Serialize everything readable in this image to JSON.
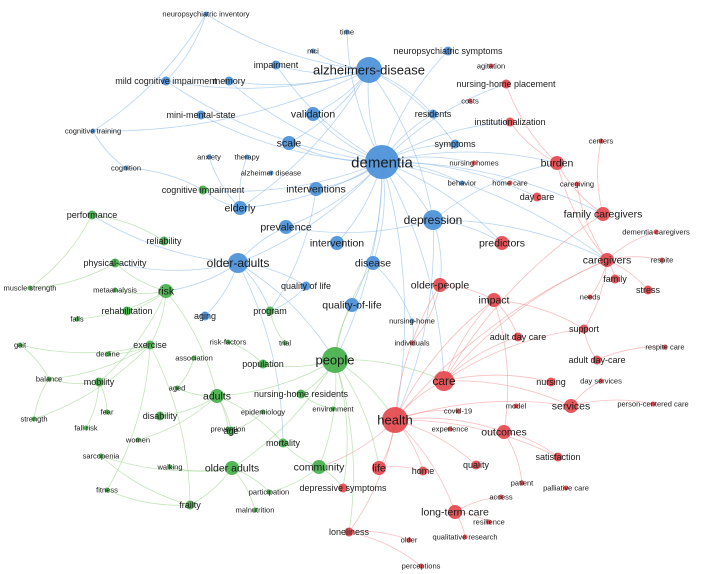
{
  "colors": {
    "blue": "#4a90d9",
    "green": "#44b04a",
    "red": "#e5484d",
    "blue_edge": "#7fb2e6",
    "green_edge": "#8fcf7f",
    "red_edge": "#f08a8a"
  },
  "clusters": {
    "blue": {
      "hubs": [
        "dementia",
        "alzheimers-disease",
        "depression"
      ],
      "nodes": [
        {
          "label": "neuropsychiatric inventory",
          "weight": 1
        },
        {
          "label": "time",
          "weight": 1
        },
        {
          "label": "mci",
          "weight": 1
        },
        {
          "label": "neuropsychiatric symptoms",
          "weight": 2
        },
        {
          "label": "impairment",
          "weight": 2
        },
        {
          "label": "alzheimers-disease",
          "weight": 5
        },
        {
          "label": "mild cognitive impairment",
          "weight": 2
        },
        {
          "label": "memory",
          "weight": 2
        },
        {
          "label": "mini-mental-state",
          "weight": 2
        },
        {
          "label": "validation",
          "weight": 3
        },
        {
          "label": "residents",
          "weight": 2
        },
        {
          "label": "cognitive training",
          "weight": 1
        },
        {
          "label": "scale",
          "weight": 3
        },
        {
          "label": "symptoms",
          "weight": 2
        },
        {
          "label": "anxiety",
          "weight": 1
        },
        {
          "label": "therapy",
          "weight": 1
        },
        {
          "label": "dementia",
          "weight": 6
        },
        {
          "label": "cognition",
          "weight": 1
        },
        {
          "label": "alzheimer disease",
          "weight": 1
        },
        {
          "label": "interventions",
          "weight": 3
        },
        {
          "label": "behavior",
          "weight": 1
        },
        {
          "label": "elderly",
          "weight": 3
        },
        {
          "label": "depression",
          "weight": 4
        },
        {
          "label": "prevalence",
          "weight": 3
        },
        {
          "label": "intervention",
          "weight": 3
        },
        {
          "label": "older-adults",
          "weight": 4
        },
        {
          "label": "disease",
          "weight": 3
        },
        {
          "label": "quality of life",
          "weight": 2
        },
        {
          "label": "quality-of-life",
          "weight": 3
        },
        {
          "label": "aging",
          "weight": 2
        },
        {
          "label": "nursing-home",
          "weight": 1
        }
      ]
    },
    "green": {
      "nodes": [
        {
          "label": "cognitive impairment",
          "weight": 2
        },
        {
          "label": "performance",
          "weight": 2
        },
        {
          "label": "reliability",
          "weight": 2
        },
        {
          "label": "physical-activity",
          "weight": 2
        },
        {
          "label": "risk",
          "weight": 3
        },
        {
          "label": "muscle strength",
          "weight": 1
        },
        {
          "label": "metaanalysis",
          "weight": 1
        },
        {
          "label": "falls",
          "weight": 1
        },
        {
          "label": "rehabilitation",
          "weight": 2
        },
        {
          "label": "program",
          "weight": 2
        },
        {
          "label": "gait",
          "weight": 1
        },
        {
          "label": "exercise",
          "weight": 2
        },
        {
          "label": "risk-factors",
          "weight": 1
        },
        {
          "label": "trial",
          "weight": 1
        },
        {
          "label": "decline",
          "weight": 1
        },
        {
          "label": "association",
          "weight": 1
        },
        {
          "label": "people",
          "weight": 5
        },
        {
          "label": "population",
          "weight": 2
        },
        {
          "label": "balance",
          "weight": 1
        },
        {
          "label": "mobility",
          "weight": 2
        },
        {
          "label": "aged",
          "weight": 1
        },
        {
          "label": "adults",
          "weight": 3
        },
        {
          "label": "nursing-home residents",
          "weight": 2
        },
        {
          "label": "fear",
          "weight": 1
        },
        {
          "label": "disability",
          "weight": 2
        },
        {
          "label": "epidemiology",
          "weight": 1
        },
        {
          "label": "strength",
          "weight": 1
        },
        {
          "label": "fall risk",
          "weight": 1
        },
        {
          "label": "prevention",
          "weight": 1
        },
        {
          "label": "women",
          "weight": 1
        },
        {
          "label": "age",
          "weight": 2
        },
        {
          "label": "mortality",
          "weight": 2
        },
        {
          "label": "sarcopenia",
          "weight": 1
        },
        {
          "label": "walking",
          "weight": 1
        },
        {
          "label": "older adults",
          "weight": 3
        },
        {
          "label": "community",
          "weight": 3
        },
        {
          "label": "fitness",
          "weight": 1
        },
        {
          "label": "frailty",
          "weight": 2
        },
        {
          "label": "participation",
          "weight": 1
        },
        {
          "label": "malnutrition",
          "weight": 1
        },
        {
          "label": "environment",
          "weight": 1
        }
      ]
    },
    "red": {
      "nodes": [
        {
          "label": "agitation",
          "weight": 1
        },
        {
          "label": "nursing-home placement",
          "weight": 2
        },
        {
          "label": "costs",
          "weight": 1
        },
        {
          "label": "institutionalization",
          "weight": 2
        },
        {
          "label": "centers",
          "weight": 1
        },
        {
          "label": "nursing homes",
          "weight": 1
        },
        {
          "label": "burden",
          "weight": 3
        },
        {
          "label": "home care",
          "weight": 1
        },
        {
          "label": "caregiving",
          "weight": 1
        },
        {
          "label": "day care",
          "weight": 2
        },
        {
          "label": "family caregivers",
          "weight": 3
        },
        {
          "label": "dementia caregivers",
          "weight": 1
        },
        {
          "label": "predictors",
          "weight": 3
        },
        {
          "label": "caregivers",
          "weight": 3
        },
        {
          "label": "respite",
          "weight": 1
        },
        {
          "label": "older-people",
          "weight": 3
        },
        {
          "label": "family",
          "weight": 2
        },
        {
          "label": "impact",
          "weight": 3
        },
        {
          "label": "needs",
          "weight": 1
        },
        {
          "label": "stress",
          "weight": 2
        },
        {
          "label": "support",
          "weight": 2
        },
        {
          "label": "adult day care",
          "weight": 2
        },
        {
          "label": "individuals",
          "weight": 1
        },
        {
          "label": "respite care",
          "weight": 1
        },
        {
          "label": "adult day-care",
          "weight": 2
        },
        {
          "label": "care",
          "weight": 4
        },
        {
          "label": "nursing",
          "weight": 2
        },
        {
          "label": "day services",
          "weight": 1
        },
        {
          "label": "services",
          "weight": 3
        },
        {
          "label": "person-centered care",
          "weight": 1
        },
        {
          "label": "health",
          "weight": 5
        },
        {
          "label": "covid-19",
          "weight": 1
        },
        {
          "label": "model",
          "weight": 1
        },
        {
          "label": "experience",
          "weight": 1
        },
        {
          "label": "outcomes",
          "weight": 3
        },
        {
          "label": "satisfaction",
          "weight": 2
        },
        {
          "label": "life",
          "weight": 3
        },
        {
          "label": "home",
          "weight": 2
        },
        {
          "label": "quality",
          "weight": 2
        },
        {
          "label": "patient",
          "weight": 1
        },
        {
          "label": "palliative care",
          "weight": 1
        },
        {
          "label": "depressive symptoms",
          "weight": 2
        },
        {
          "label": "access",
          "weight": 1
        },
        {
          "label": "long-term care",
          "weight": 3
        },
        {
          "label": "resilience",
          "weight": 1
        },
        {
          "label": "loneliness",
          "weight": 2
        },
        {
          "label": "qualitative research",
          "weight": 1
        },
        {
          "label": "older",
          "weight": 1
        },
        {
          "label": "perceptions",
          "weight": 1
        }
      ]
    }
  }
}
